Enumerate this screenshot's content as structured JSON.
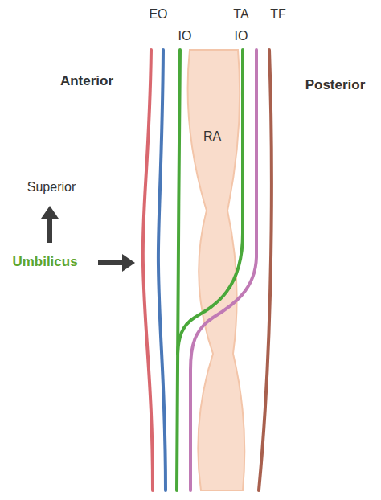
{
  "diagram": {
    "nodes": [
      {
        "text": [
          "RA"
        ]
      }
    ],
    "labels": [
      "EO",
      "TA",
      "TF",
      "IO",
      "IO",
      "Anterior",
      "Posterior",
      "Superior",
      "Umbilicus"
    ]
  }
}
